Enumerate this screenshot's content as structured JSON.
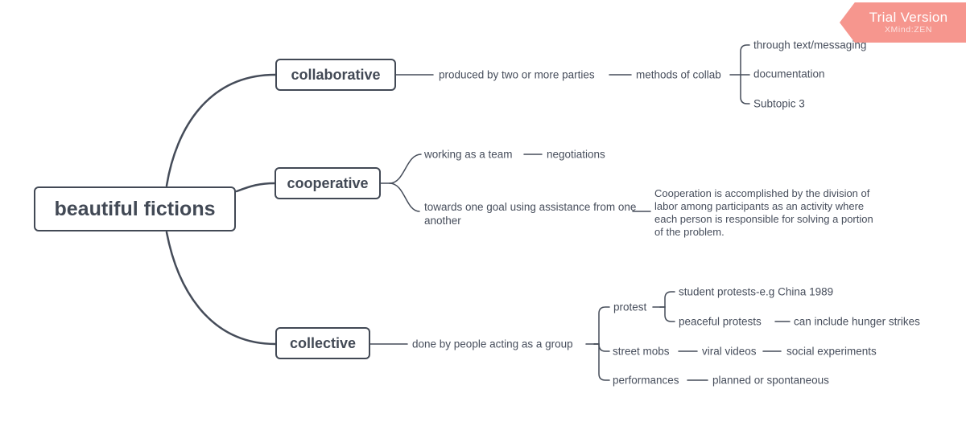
{
  "watermark": {
    "title": "Trial Version",
    "subtitle": "XMind:ZEN"
  },
  "colors": {
    "line": "#454c59",
    "box_border": "#424955",
    "badge": "#f5877e"
  },
  "mindmap": {
    "root": "beautiful fictions",
    "collaborative": {
      "label": "collaborative",
      "definition": "produced by two or more parties",
      "methods_label": "methods of collab",
      "methods": [
        "through text/messaging",
        "documentation",
        "Subtopic 3"
      ]
    },
    "cooperative": {
      "label": "cooperative",
      "team": "working as a team",
      "negotiations": "negotiations",
      "goal": "towards one goal using assistance from one another",
      "note": "Cooperation is accomplished by the division of labor among participants as an activity where each person is responsible for solving a portion of the problem."
    },
    "collective": {
      "label": "collective",
      "definition": "done by people acting as a group",
      "protest": {
        "label": "protest",
        "student": "student protests-e.g China 1989",
        "peaceful": "peaceful protests",
        "hunger": "can include hunger strikes"
      },
      "street_mobs": {
        "label": "street mobs",
        "viral": "viral videos",
        "social": "social experiments"
      },
      "performances": {
        "label": "performances",
        "planned": "planned or spontaneous"
      }
    }
  }
}
